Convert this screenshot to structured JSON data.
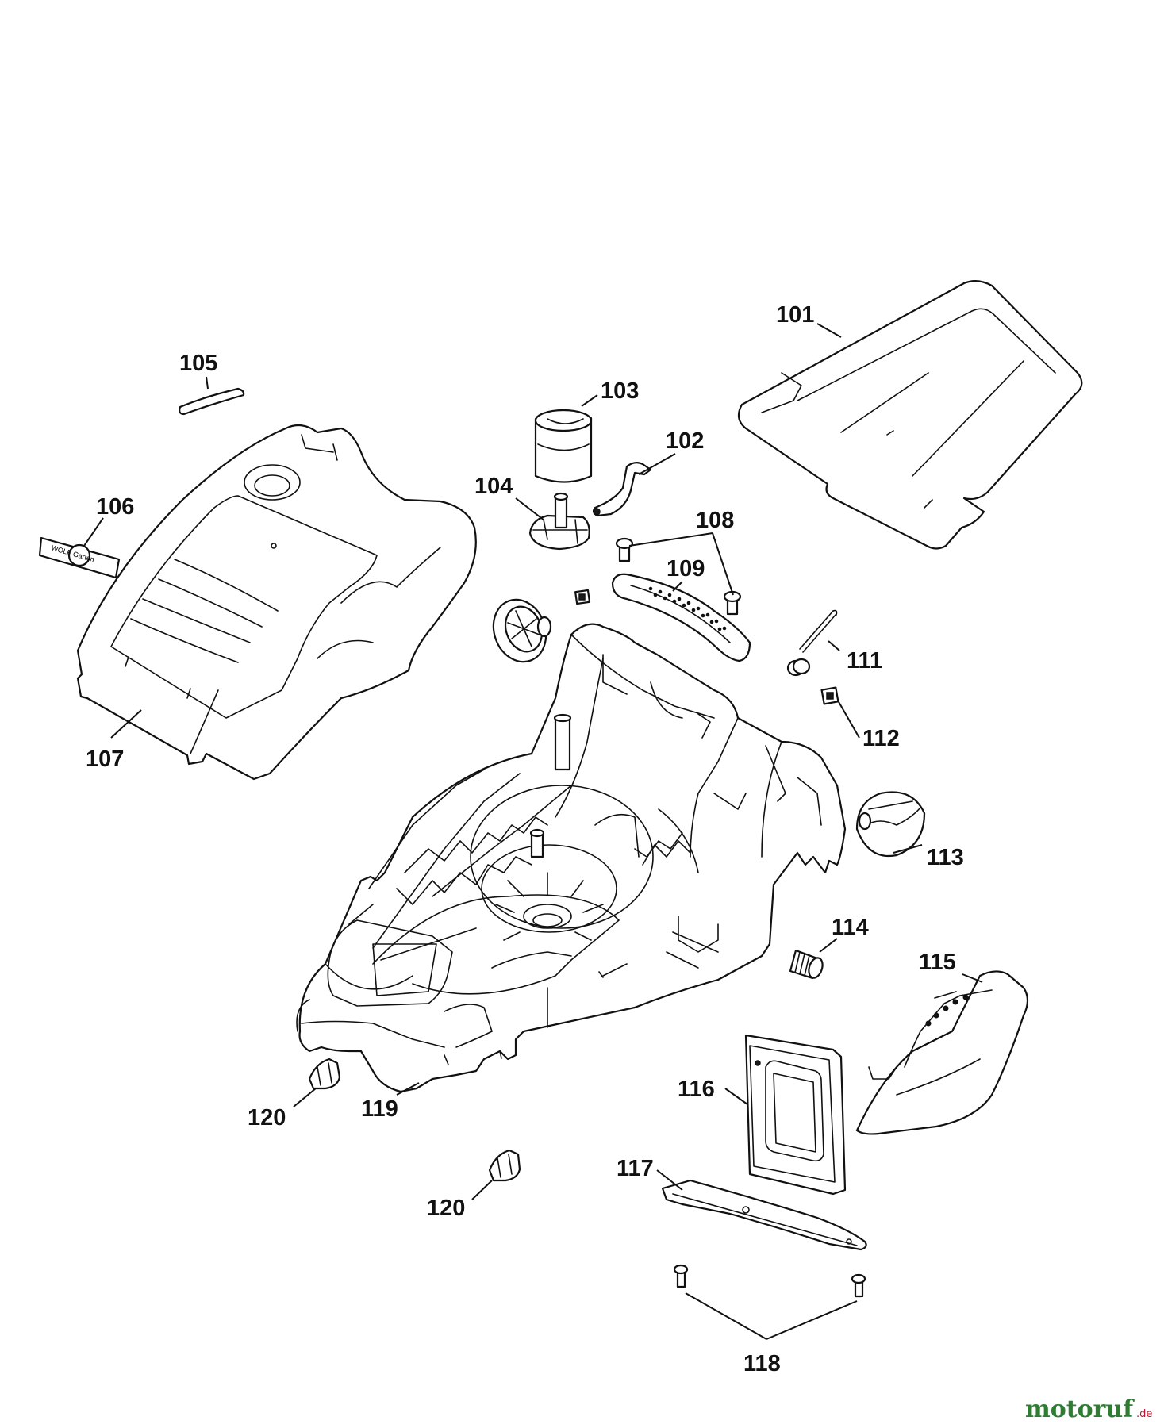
{
  "diagram": {
    "labels": [
      {
        "id": "101",
        "text": "101"
      },
      {
        "id": "102",
        "text": "102"
      },
      {
        "id": "103",
        "text": "103"
      },
      {
        "id": "104",
        "text": "104"
      },
      {
        "id": "105",
        "text": "105"
      },
      {
        "id": "106",
        "text": "106"
      },
      {
        "id": "107",
        "text": "107"
      },
      {
        "id": "108",
        "text": "108"
      },
      {
        "id": "109",
        "text": "109"
      },
      {
        "id": "111",
        "text": "111"
      },
      {
        "id": "112",
        "text": "112"
      },
      {
        "id": "113",
        "text": "113"
      },
      {
        "id": "114",
        "text": "114"
      },
      {
        "id": "115",
        "text": "115"
      },
      {
        "id": "116",
        "text": "116"
      },
      {
        "id": "117",
        "text": "117"
      },
      {
        "id": "118",
        "text": "118"
      },
      {
        "id": "119",
        "text": "119"
      },
      {
        "id": "120a",
        "text": "120"
      },
      {
        "id": "120b",
        "text": "120"
      }
    ]
  },
  "logo_text": "WOLF Garten",
  "watermark": {
    "name": "motoruf",
    "suffix": ".de",
    "color_main": "#2e7d32",
    "color_accent": "#c8102e"
  }
}
